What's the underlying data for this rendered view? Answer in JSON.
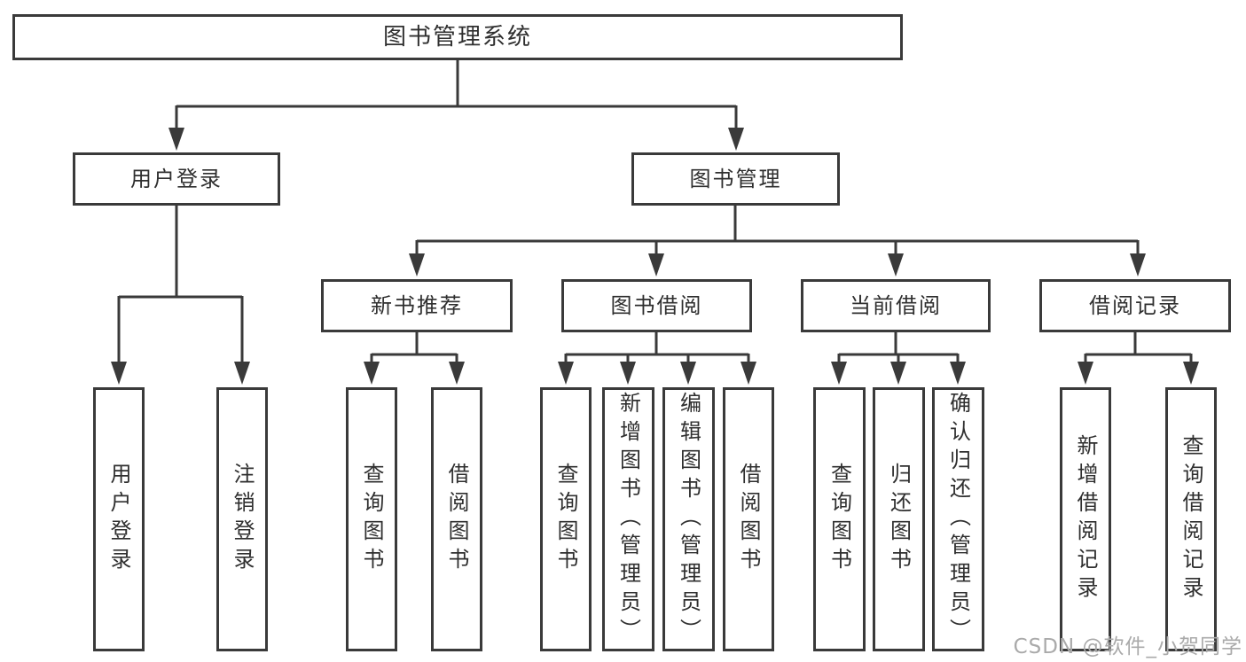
{
  "tree": {
    "label": "图书管理系统",
    "children": [
      {
        "label": "用户登录",
        "children": [
          {
            "label": "用户登录"
          },
          {
            "label": "注销登录"
          }
        ]
      },
      {
        "label": "图书管理",
        "children": [
          {
            "label": "新书推荐",
            "children": [
              {
                "label": "查询图书"
              },
              {
                "label": "借阅图书"
              }
            ]
          },
          {
            "label": "图书借阅",
            "children": [
              {
                "label": "查询图书"
              },
              {
                "label": "新增图书（管理员）"
              },
              {
                "label": "编辑图书（管理员）"
              },
              {
                "label": "借阅图书"
              }
            ]
          },
          {
            "label": "当前借阅",
            "children": [
              {
                "label": "查询图书"
              },
              {
                "label": "归还图书"
              },
              {
                "label": "确认归还（管理员）"
              }
            ]
          },
          {
            "label": "借阅记录",
            "children": [
              {
                "label": "新增借阅记录"
              },
              {
                "label": "查询借阅记录"
              }
            ]
          }
        ]
      }
    ]
  },
  "watermark": "CSDN @软件_小贺同学",
  "colors": {
    "line": "#3a3a3a",
    "text": "#2f2f2f",
    "watermark": "#aaaaaa",
    "background": "#ffffff"
  }
}
